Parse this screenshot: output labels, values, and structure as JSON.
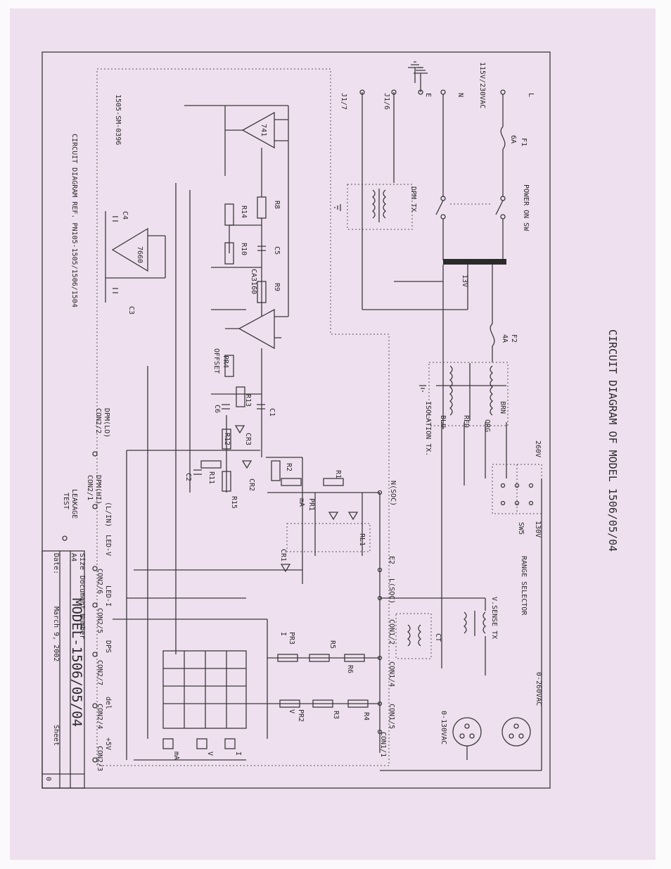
{
  "title": "CIRCUIT DIAGRAM OF MODEL 1506/05/04",
  "diagram_ref": "CIRCUIT DIAGRAM REF. PN105-1505/1506/1504",
  "doc_code": "1505-SM-0396",
  "title_block": {
    "size_label": "Size",
    "size_value": "A4",
    "docnum_label": "Document Number",
    "model": "MODEL-1506/05/04",
    "date_label": "Date:",
    "date_value": "March  9, 2002",
    "sheet_label": "Sheet",
    "rev": "0"
  },
  "labels": {
    "L": "L",
    "N": "N",
    "E": "E",
    "mains": "115V/230VAC",
    "F1": "F1",
    "F1_rating": "6A",
    "power_sw": "POWER ON SW",
    "dpm_tx": "DPM TX",
    "tap_13v": "13V",
    "F2": "F2",
    "F2_rating": "4A",
    "isolation_tx": "ISOLATION TX.",
    "brn": "BRN",
    "org": "ORG",
    "red": "RED",
    "blu": "BLU",
    "v260": "260V",
    "v130": "130V",
    "sw5": "SW5",
    "range_sel": "RANGE SELECTOR",
    "vsense_tx": "V.SENSE TX",
    "ct": "CT",
    "out_260": "0-260VAC",
    "out_130": "0-130VAC",
    "j1_6": "J1/6",
    "j1_7": "J1/7",
    "u1": "741",
    "u2": "CA3160",
    "u3": "7660",
    "r8": "R8",
    "r14": "R14",
    "r10": "R10",
    "c5": "C5",
    "r9": "R9",
    "pr4": "PR4",
    "offset": "OFFSET",
    "c4": "C4",
    "c3": "C3",
    "r13": "R13",
    "c6": "C6",
    "c1": "C1",
    "cr3": "CR3",
    "r12": "R12",
    "c2": "C2",
    "r11": "R11",
    "cr2": "CR2",
    "r15": "R15",
    "r2": "R2",
    "r1": "R1",
    "pr1": "PR1",
    "ma": "mA",
    "rl1": "RL1",
    "cr1": "CR1",
    "r5": "R5",
    "r6": "R6",
    "pr3": "PR3",
    "i": "I",
    "r3": "R3",
    "r4": "R4",
    "pr2": "PR2",
    "v": "V",
    "n_soc": "N(SOC)",
    "l_soc": "L(SOC)",
    "e2": "E2",
    "con1_2": "CON1/2",
    "con1_4": "CON1/4",
    "con1_5": "CON1/5",
    "con1_1": "CON1/1",
    "dpm_lo": "DPM(LO)",
    "con2_2": "CON2/2",
    "dpm_hi": "DPM(HI)",
    "con2_1": "CON2/1",
    "l_in": "(L/IN)",
    "led_v": "LED-V",
    "led_i": "LED-I",
    "con2_6": "CON2/6",
    "con2_5": "CON2/5",
    "dps": "DPS",
    "con2_7": "CON2/7",
    "del": "del",
    "con2_4": "CON2/4",
    "p5v": "+5V",
    "con2_3": "CON2/3",
    "leakage": "LEAKAGE",
    "test": "TEST",
    "sw_ma": "mA",
    "sw_v": "V",
    "sw_i": "I"
  }
}
